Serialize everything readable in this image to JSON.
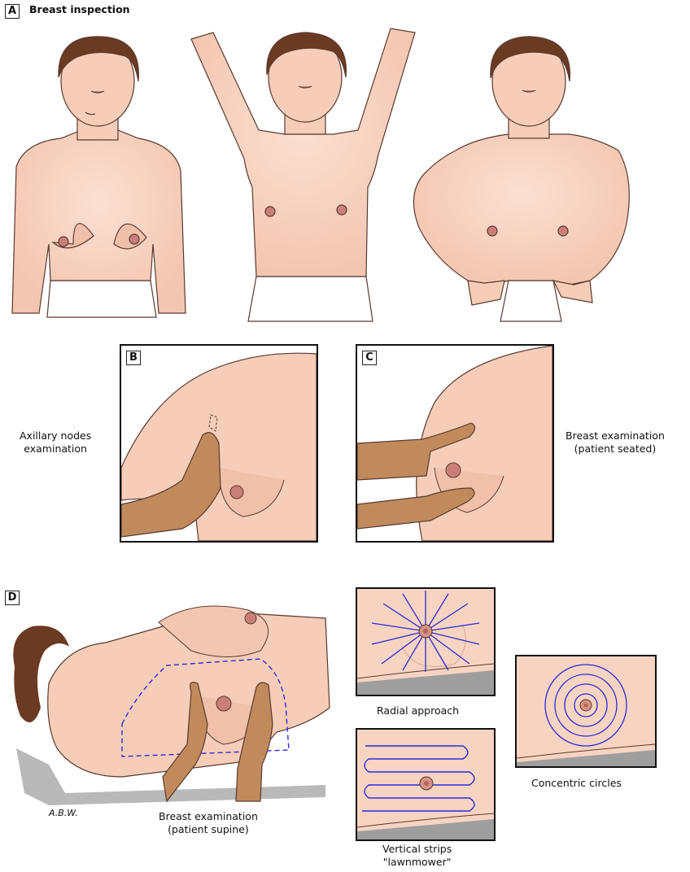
{
  "panels": {
    "a": {
      "letter": "A",
      "title": "Breast inspection"
    },
    "b": {
      "letter": "B",
      "label_line1": "Axillary nodes",
      "label_line2": "examination"
    },
    "c": {
      "letter": "C",
      "label_line1": "Breast examination",
      "label_line2": "(patient seated)"
    },
    "d": {
      "letter": "D",
      "label_line1": "Breast examination",
      "label_line2": "(patient supine)",
      "signature": "A.B.W.",
      "techniques": {
        "radial": "Radial approach",
        "concentric": "Concentric circles",
        "strips_line1": "Vertical strips",
        "strips_line2": "\"lawnmower\""
      }
    }
  },
  "colors": {
    "skin": "#f5cdb8",
    "skin_shadow": "#e6b3a0",
    "nipple": "#c97f78",
    "hair": "#6b3a22",
    "examiner_hand": "#c08a5c",
    "pattern_lines": "#2b2bd9",
    "outline": "#5a3a30"
  }
}
